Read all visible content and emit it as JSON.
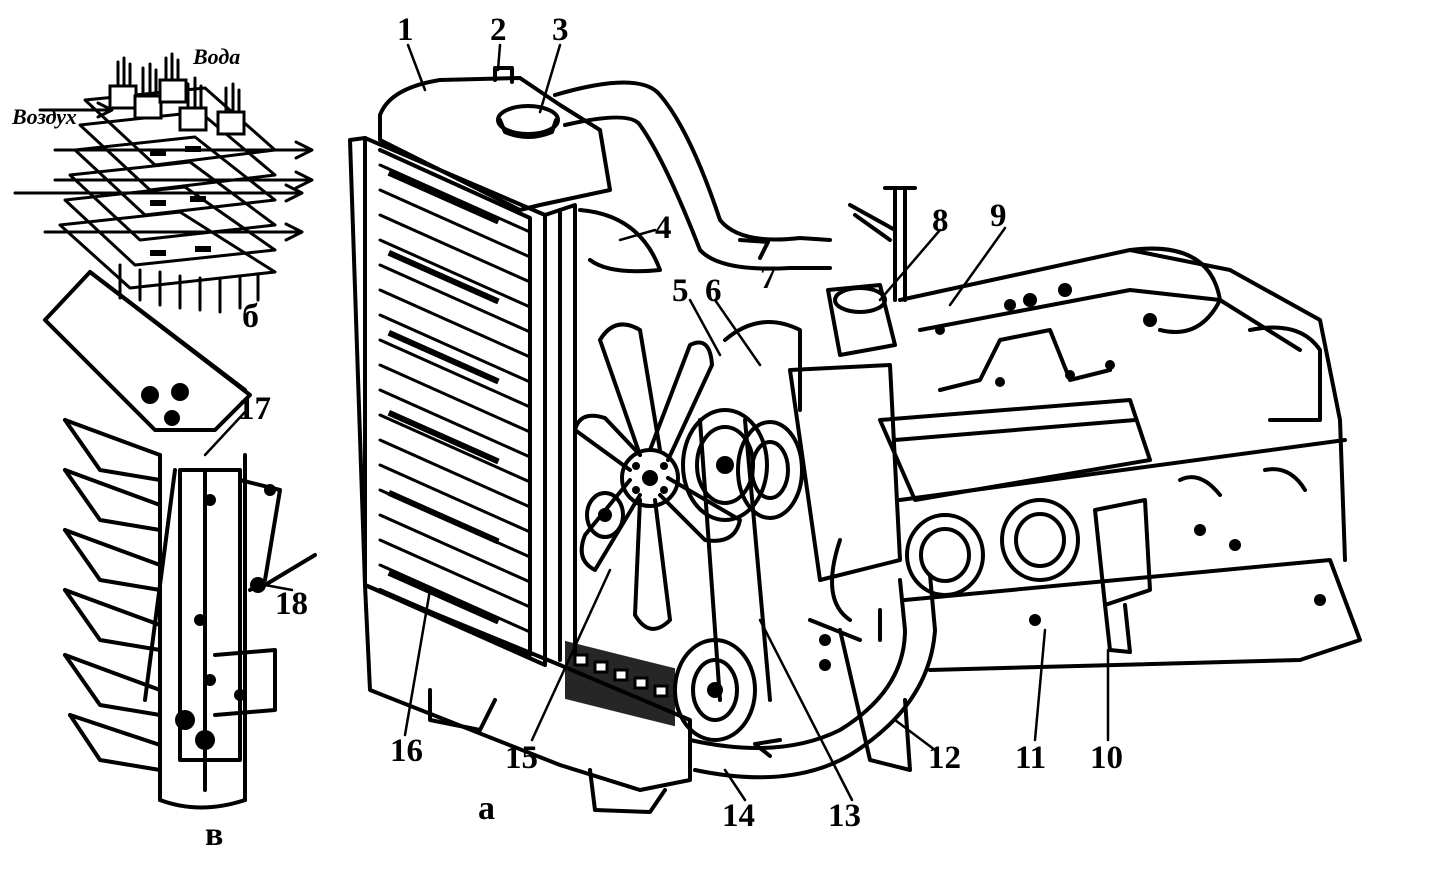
{
  "figure": {
    "word_water": "Вода",
    "word_air": "Воздух",
    "sub_a": "а",
    "sub_b": "б",
    "sub_v": "в"
  },
  "callouts": [
    "1",
    "2",
    "3",
    "4",
    "5",
    "6",
    "7",
    "8",
    "9",
    "10",
    "11",
    "12",
    "13",
    "14",
    "15",
    "16",
    "17",
    "18"
  ],
  "colors": {
    "ink": "#000000",
    "paper": "#ffffff"
  }
}
